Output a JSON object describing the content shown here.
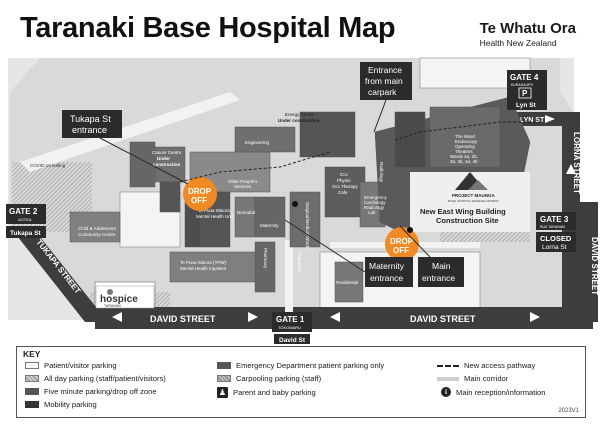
{
  "header": {
    "title": "Taranaki Base Hospital Map",
    "brand_line1": "Te Whatu Ora",
    "brand_line2": "Health New Zealand"
  },
  "colors": {
    "drop_off": "#f08a24",
    "dark_label": "#2b2b2b",
    "building": "#7a7a7a",
    "road": "#3d3d3d"
  },
  "gates": {
    "gate1": {
      "name": "GATE 1",
      "sub": "TOKOMARU",
      "street": "David St"
    },
    "gate2": {
      "name": "GATE 2",
      "sub": "AOTEA",
      "street": "Tukapa St"
    },
    "gate3": {
      "name": "GATE 3",
      "sub": "RUA TARANAKI",
      "status": "CLOSED",
      "street": "Lorna St"
    },
    "gate4": {
      "name": "GATE 4",
      "sub": "KURAHAUPO",
      "icon": "P",
      "street": "Lyn St"
    }
  },
  "callouts": {
    "tukapa_entrance_1": "Tukapa St",
    "tukapa_entrance_2": "entrance",
    "main_carpark_1": "Entrance",
    "main_carpark_2": "from main",
    "main_carpark_3": "carpark",
    "maternity_1": "Maternity",
    "maternity_2": "entrance",
    "main_entrance_1": "Main",
    "main_entrance_2": "entrance",
    "drop_off_1": "DROP",
    "drop_off_2": "OFF"
  },
  "streets": {
    "david_left": "DAVID STREET",
    "david_right": "DAVID STREET",
    "david_vertical": "DAVID STREET",
    "tukapa": "TUKAPA STREET",
    "lorna": "LORNA STREET",
    "lyn": "LYN ST"
  },
  "buildings": {
    "covid": "COVID-19 testing",
    "cancer_1": "Cancer Centre",
    "cancer_2": "Under",
    "cancer_3": "construction",
    "older_1": "Older People's",
    "older_2": "Services",
    "energy_1": "Energy Centre",
    "energy_2": "Under construction",
    "engineering": "Engineering",
    "icu_1": "ICU",
    "icu_2": "Physio",
    "icu_3": "Occ Therapy",
    "icu_4": "Cafe",
    "child_1": "Child & Adolescent",
    "child_2": "Community Centre",
    "mental_1": "Te Puna Waiora",
    "mental_2": "Mental Health Unit",
    "tpw_1": "Te Puna Waiora (TPW)",
    "tpw_2": "Mental Health Inpatient",
    "neonatal": "Neonatal",
    "maternity_b": "Maternity",
    "emergency_1": "Emergency",
    "emergency_2": "Cardiology",
    "emergency_3": "Radiology",
    "emergency_4": "Lab",
    "east_1": "The Ward",
    "east_2": "Endoscopy",
    "east_3": "Operating",
    "east_4": "Theatres",
    "east_5": "Wards 2a, 2b,",
    "east_6": "3a, 3b, 4a, 4b",
    "project_1": "PROJECT MAUNGA",
    "project_2": "BASE HOSPITAL REDEVELOPMENT",
    "new_east_1": "New East Wing Building",
    "new_east_2": "Construction Site",
    "hospice": "hospice",
    "hospice_sub": "TARANAKI",
    "outpatient": "Outpatient",
    "residential": "Residential",
    "surgical": "Surgical/Medical Wards",
    "pharmacy": "Pharmacy",
    "radiology": "Radiology"
  },
  "key": {
    "title": "KEY",
    "items": [
      {
        "icon": "white-swatch",
        "label": "Patient/visitor parking"
      },
      {
        "icon": "hatch-swatch",
        "label": "All day parking (staff/patient/visitors)"
      },
      {
        "icon": "dark-swatch",
        "label": "Five minute parking/drop off zone"
      },
      {
        "icon": "mid-swatch",
        "label": "Mobility parking"
      },
      {
        "icon": "dark-swatch",
        "label": "Emergency Department patient parking only"
      },
      {
        "icon": "hatch-swatch",
        "label": "Carpooling parking (staff)"
      },
      {
        "icon": "parent-baby-icon",
        "label": "Parent and baby parking"
      },
      {
        "icon": "dashed-line",
        "label": "New access pathway"
      },
      {
        "icon": "corridor-line",
        "label": "Main corridor"
      },
      {
        "icon": "info-icon",
        "label": "Main reception/information"
      }
    ],
    "code": "2023V1"
  }
}
